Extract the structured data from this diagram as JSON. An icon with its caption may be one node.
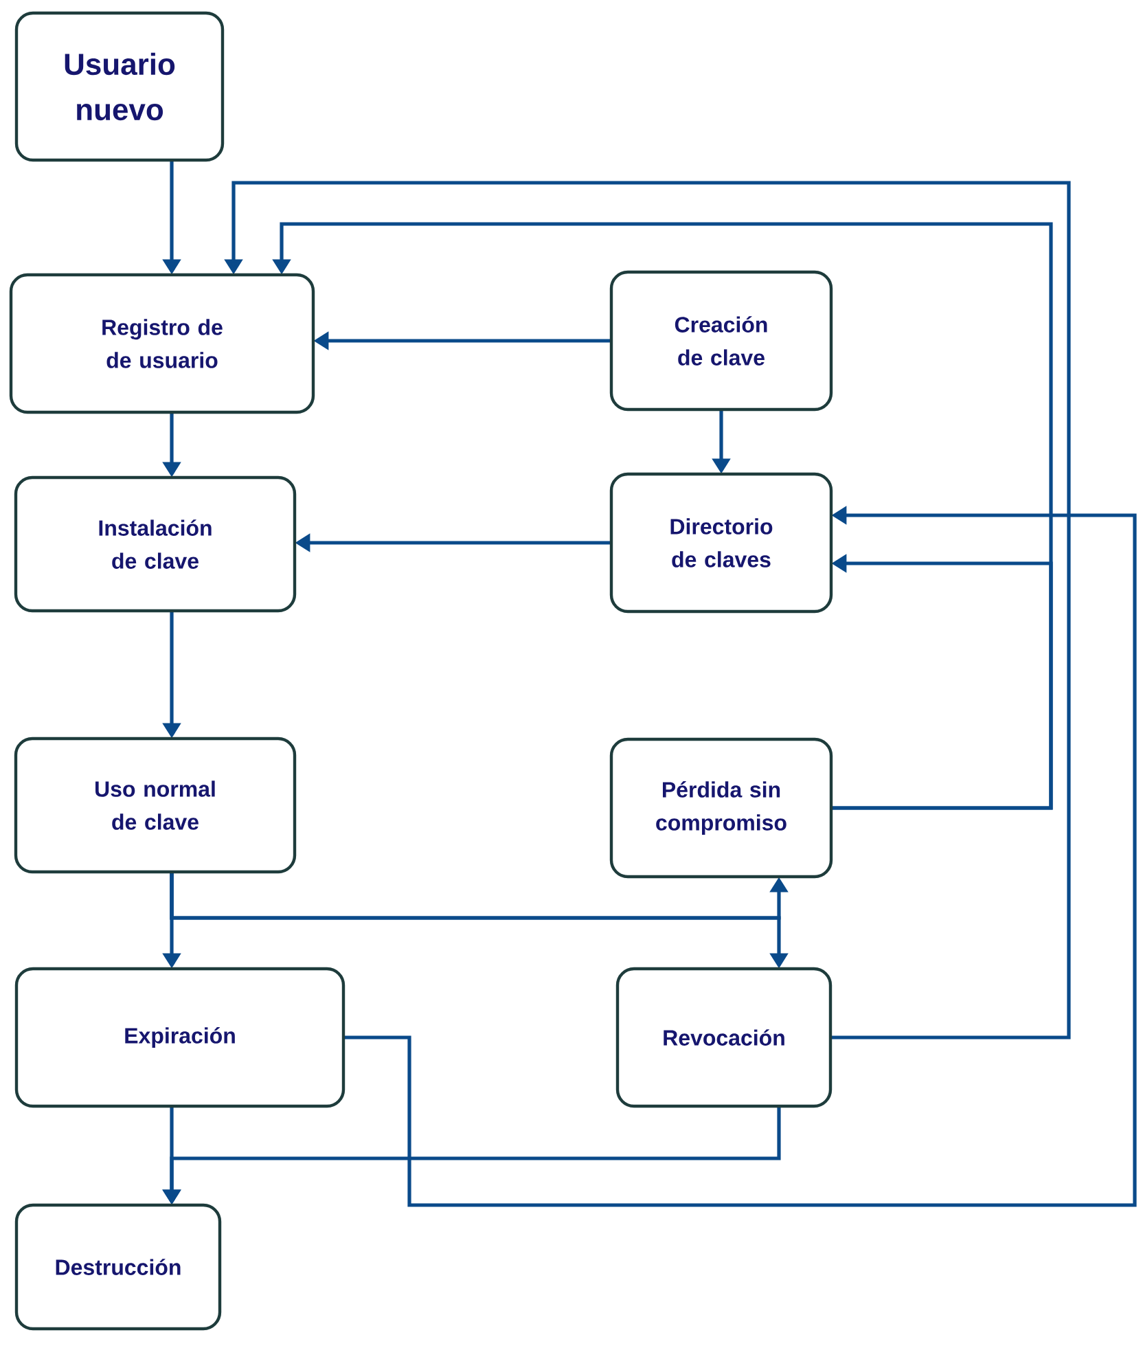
{
  "diagram": {
    "nodes": [
      {
        "text": [
          "Usuario nuevo"
        ]
      },
      {
        "text": [
          "Registro de de usuario"
        ]
      },
      {
        "text": [
          "Creación de clave"
        ]
      },
      {
        "text": [
          "Instalación de clave"
        ]
      },
      {
        "text": [
          "Directorio de claves"
        ]
      },
      {
        "text": [
          "Uso normal de clave"
        ]
      },
      {
        "text": [
          "Pérdida sin compromiso"
        ]
      },
      {
        "text": [
          "Expiración"
        ]
      },
      {
        "text": [
          "Revocación"
        ]
      },
      {
        "text": [
          "Destrucción"
        ]
      }
    ],
    "edges": [
      {
        "from": 0,
        "to": 1,
        "arrow": "to"
      },
      {
        "from": 2,
        "to": 1,
        "arrow": "to"
      },
      {
        "from": 1,
        "to": 3,
        "arrow": "to"
      },
      {
        "from": 2,
        "to": 4,
        "arrow": "to"
      },
      {
        "from": 4,
        "to": 3,
        "arrow": "to"
      },
      {
        "from": 3,
        "to": 5,
        "arrow": "to"
      },
      {
        "from": 5,
        "to": 7,
        "arrow": "to"
      },
      {
        "from": 5,
        "to": 6,
        "arrow": "to"
      },
      {
        "from": 5,
        "to": 8,
        "arrow": "to"
      },
      {
        "from": 7,
        "to": 9,
        "arrow": "to"
      },
      {
        "from": 8,
        "to": 9,
        "arrow": "to"
      },
      {
        "from": 6,
        "to": 1,
        "arrow": "to"
      },
      {
        "from": 6,
        "to": 4,
        "arrow": "to"
      },
      {
        "from": 8,
        "to": 1,
        "arrow": "to"
      },
      {
        "from": 7,
        "to": 4,
        "arrow": "to"
      }
    ]
  }
}
